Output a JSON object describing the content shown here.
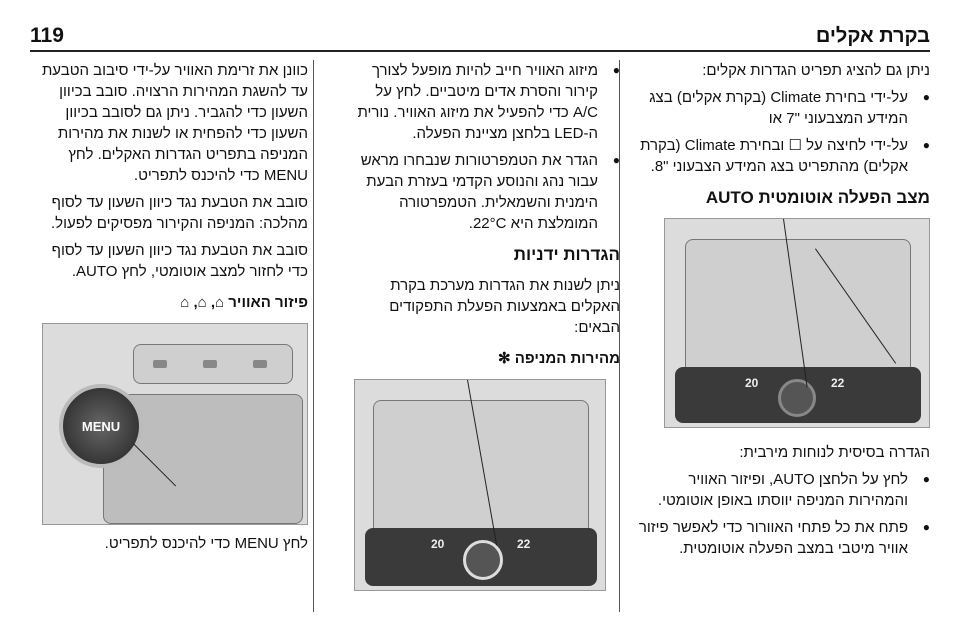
{
  "header": {
    "page_number": "119",
    "title": "בקרת אקלים"
  },
  "col_right": {
    "intro": "ניתן גם להציג תפריט הגדרות אקלים:",
    "bullets": [
      "על-ידי בחירת Climate (בקרת אקלים) בצג המידע המצבעוני \"7 או",
      "על-ידי לחיצה על ☐ ובחירת Climate (בקרת אקלים) מהתפריט בצג המידע הצבעוני \"8."
    ],
    "auto_heading": "מצב הפעלה אוטומטית AUTO",
    "basic_intro": "הגדרה בסיסית לנוחות מירבית:",
    "basic_bullets": [
      "לחץ על הלחצן AUTO, ופיזור האוויר והמהירות המניפה יווסתו באופן אוטומטי.",
      "פתח את כל פתחי האוורור כדי לאפשר פיזור אוויר מיטבי במצב הפעלה אוטומטית."
    ]
  },
  "col_mid": {
    "bullets": [
      "מיזוג האוויר חייב להיות מופעל לצורך קירור והסרת אדים מיטביים. לחץ על A/C כדי להפעיל את מיזוג האוויר. נורית ה-LED בלחצן מציינת הפעלה.",
      "הגדר את הטמפרטורות שנבחרו מראש עבור נהג והנוסע הקדמי בעזרת הבעת הימנית והשמאלית. הטמפרטורה המומלצת היא 22°C."
    ],
    "manual_heading": "הגדרות ידניות",
    "manual_text": "ניתן לשנות את הגדרות מערכת בקרת האקלים באמצעות הפעלת התפקודים הבאים:",
    "fan_heading": "מהירות המניפה ✻"
  },
  "col_left": {
    "p1": "כוונן את זרימת האוויר על-ידי סיבוב הטבעת עד להשגת המהירות הרצויה. סובב בכיוון השעון כדי להגביר. ניתן גם לסובב בכיוון השעון כדי להפחית או לשנות את מהירות המניפה בתפריט הגדרות האקלים. לחץ MENU כדי להיכנס לתפריט.",
    "p2": "סובב את הטבעת נגד כיוון השעון עד לסוף כדי לחזור למצב אוטומטי, לחץ AUTO.",
    "p0": "סובב את הטבעת נגד כיוון השעון עד לסוף מהלכה: המניפה והקירור מפסיקים לפעול.",
    "vent_heading": "פיזור האוויר ⌂, ⌂, ⌂",
    "caption": "לחץ MENU כדי להיכנס לתפריט."
  },
  "figures": {
    "fig1": {
      "temp_left": "20",
      "temp_right": "22"
    },
    "fig2": {
      "temp_left": "20",
      "temp_right": "22"
    },
    "fig3": {
      "knob_label": "MENU"
    }
  }
}
